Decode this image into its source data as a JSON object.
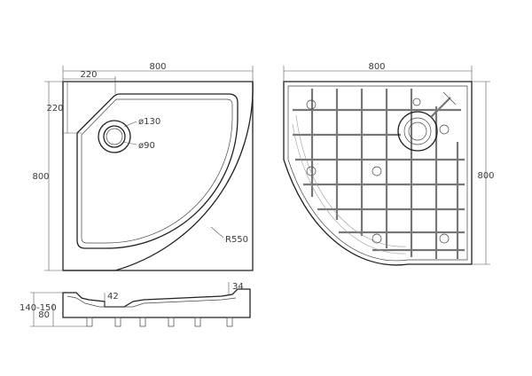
{
  "dimensions": {
    "top_width": "800",
    "top_offset": "220",
    "left_offset": "220",
    "left_height": "800",
    "drain_outer": "ø130",
    "drain_inner": "ø90",
    "radius": "R550",
    "back_width": "800",
    "back_height": "800",
    "side_height_total": "140-150",
    "side_height_base": "80",
    "rim_offset": "42",
    "rim_height": "34"
  },
  "colors": {
    "line": "#222222",
    "dimension": "#555555",
    "text": "#3a3a3a"
  }
}
